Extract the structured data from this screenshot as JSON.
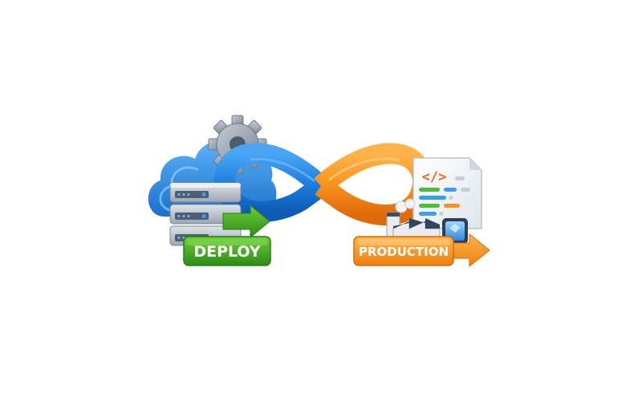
{
  "illustration": {
    "subject": "DevOps infinity loop from deploy to production",
    "labels": {
      "deploy": "DEPLOY",
      "production": "PRODUCTION"
    },
    "code_symbol": "</>",
    "colors": {
      "background": "#ffffff",
      "loop_blue": "#1f7fe0",
      "loop_blue_dark": "#0d5cb5",
      "loop_orange": "#f7931e",
      "loop_orange_dark": "#e06a0a",
      "cloud_blue": "#2f8fea",
      "gear_gray": "#8e9aa8",
      "server_gray": "#a9b4c1",
      "deploy_green": "#3ca51f",
      "production_orange": "#f7941d",
      "document_white": "#f4f6f9"
    },
    "icons": [
      "cloud-icon",
      "gear-icon",
      "server-stack-icon",
      "arrow-right-icon",
      "code-document-icon",
      "factory-icon",
      "monitor-icon"
    ]
  }
}
